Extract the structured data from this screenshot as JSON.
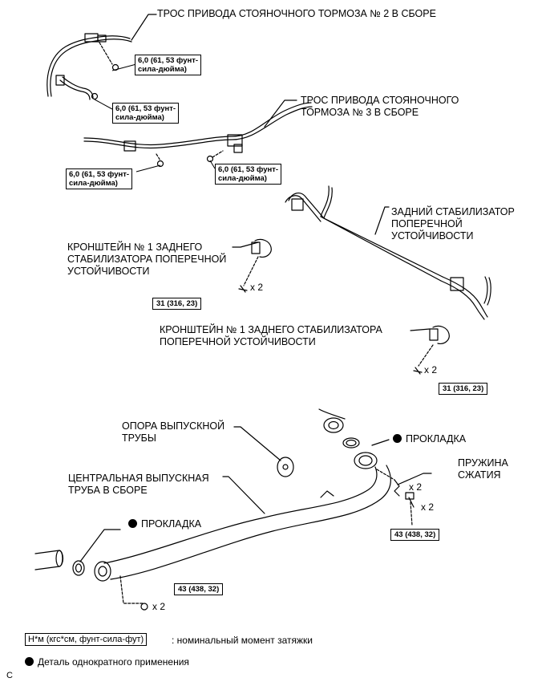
{
  "labels": {
    "cable2": "ТРОС ПРИВОДА СТОЯНОЧНОГО ТОРМОЗА № 2 В СБОРЕ",
    "cable3_l1": "ТРОС ПРИВОДА СТОЯНОЧНОГО",
    "cable3_l2": "ТОРМОЗА № 3 В СБОРЕ",
    "stab_l1": "ЗАДНИЙ СТАБИЛИЗАТОР",
    "stab_l2": "ПОПЕРЕЧНОЙ",
    "stab_l3": "УСТОЙЧИВОСТИ",
    "bracket1_l1": "КРОНШТЕЙН № 1 ЗАДНЕГО",
    "bracket1_l2": "СТАБИЛИЗАТОРА ПОПЕРЕЧНОЙ",
    "bracket1_l3": "УСТОЙЧИВОСТИ",
    "bracket2_l1": "КРОНШТЕЙН № 1 ЗАДНЕГО СТАБИЛИЗАТОРА",
    "bracket2_l2": "ПОПЕРЕЧНОЙ УСТОЙЧИВОСТИ",
    "support_l1": "ОПОРА ВЫПУСКНОЙ",
    "support_l2": "ТРУБЫ",
    "gasket_top": "ПРОКЛАДКА",
    "spring_l1": "ПРУЖИНА",
    "spring_l2": "СЖАТИЯ",
    "center_l1": "ЦЕНТРАЛЬНАЯ ВЫПУСКНАЯ",
    "center_l2": "ТРУБА В СБОРЕ",
    "gasket_left": "ПРОКЛАДКА"
  },
  "torques": {
    "t1_l1": "6,0 (61, 53 фунт-",
    "t1_l2": "сила-дюйма)",
    "t2_l1": "6,0 (61, 53 фунт-",
    "t2_l2": "сила-дюйма)",
    "t3_l1": "6,0 (61, 53 фунт-",
    "t3_l2": "сила-дюйма)",
    "t4_l1": "6,0 (61, 53 фунт-",
    "t4_l2": "сила-дюйма)",
    "t5": "31 (316, 23)",
    "t6": "31 (316, 23)",
    "t7": "43 (438, 32)",
    "t8": "43 (438, 32)"
  },
  "counts": {
    "c1": "x 2",
    "c2": "x 2",
    "c3": "x 2",
    "c4": "x 2",
    "c5": "x 2"
  },
  "legend": {
    "unit_box": "Н*м (кгс*см, фунт-сила-фут)",
    "unit_text": ": номинальный момент затяжки",
    "single_use": "Деталь однократного применения"
  },
  "figure_code": "C"
}
